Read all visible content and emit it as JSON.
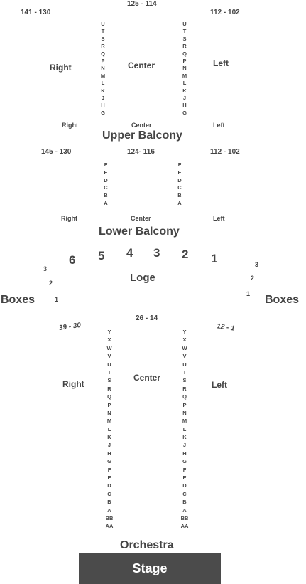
{
  "upper": {
    "ranges": [
      "141 - 130",
      "125 - 114",
      "112 - 102"
    ],
    "right_label": "Right",
    "center_label": "Center",
    "left_label": "Left",
    "rows_left": [
      "U",
      "T",
      "S",
      "R",
      "Q",
      "P",
      "N",
      "M",
      "L",
      "K",
      "J",
      "H",
      "G"
    ],
    "rows_right": [
      "U",
      "T",
      "S",
      "R",
      "Q",
      "P",
      "N",
      "M",
      "L",
      "K",
      "J",
      "H",
      "G"
    ],
    "foot_right": "Right",
    "foot_center": "Center",
    "foot_left": "Left",
    "title": "Upper Balcony"
  },
  "lower": {
    "ranges": [
      "145 - 130",
      "124- 116",
      "112 - 102"
    ],
    "rows_left": [
      "F",
      "E",
      "D",
      "C",
      "B",
      "A"
    ],
    "rows_right": [
      "F",
      "E",
      "D",
      "C",
      "B",
      "A"
    ],
    "foot_right": "Right",
    "foot_center": "Center",
    "foot_left": "Left",
    "title": "Lower Balcony"
  },
  "loge": {
    "numbers": [
      "6",
      "5",
      "4",
      "3",
      "2",
      "1"
    ],
    "title": "Loge",
    "boxes_left_label": "Boxes",
    "boxes_right_label": "Boxes",
    "boxes_left": [
      "3",
      "2",
      "1"
    ],
    "boxes_right": [
      "3",
      "2",
      "1"
    ]
  },
  "orchestra": {
    "range_left": "39 - 30",
    "range_center": "26 - 14",
    "range_right": "12 - 1",
    "right_label": "Right",
    "center_label": "Center",
    "left_label": "Left",
    "rows_left": [
      "Y",
      "X",
      "W",
      "V",
      "U",
      "T",
      "S",
      "R",
      "Q",
      "P",
      "N",
      "M",
      "L",
      "K",
      "J",
      "H",
      "G",
      "F",
      "E",
      "D",
      "C",
      "B",
      "A",
      "BB",
      "AA"
    ],
    "rows_right": [
      "Y",
      "X",
      "W",
      "V",
      "U",
      "T",
      "S",
      "R",
      "Q",
      "P",
      "N",
      "M",
      "L",
      "K",
      "J",
      "H",
      "G",
      "F",
      "E",
      "D",
      "C",
      "B",
      "A",
      "BB",
      "AA"
    ],
    "title": "Orchestra"
  },
  "stage_label": "Stage"
}
